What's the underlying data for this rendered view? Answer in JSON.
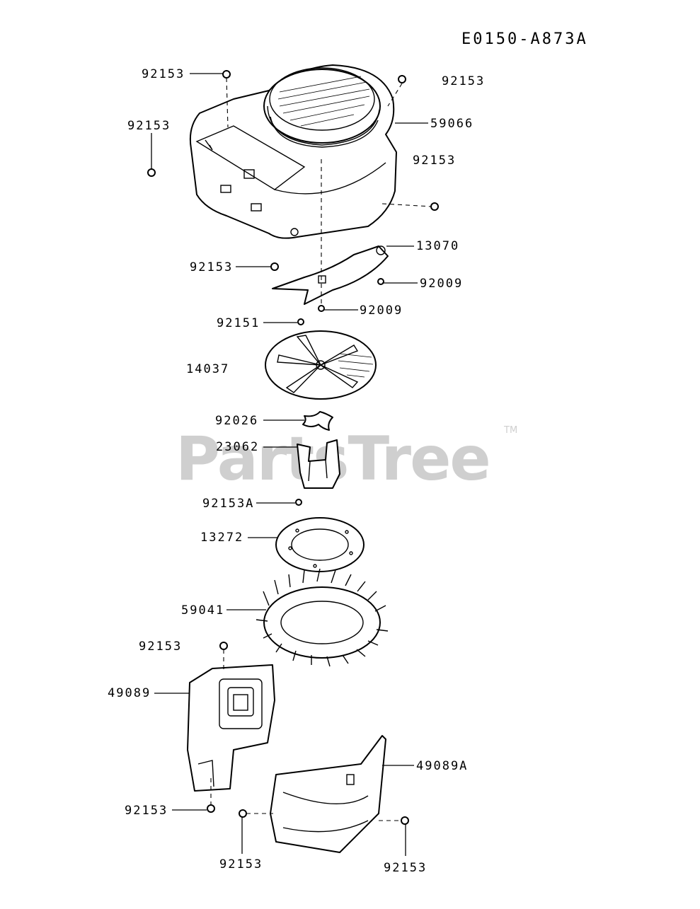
{
  "diagram_code": "E0150-A873A",
  "watermark": {
    "text": "PartsTree",
    "tm": "TM"
  },
  "callouts": [
    {
      "id": "92153",
      "side": "left"
    },
    {
      "id": "92153",
      "side": "right"
    },
    {
      "id": "92153",
      "side": "left"
    },
    {
      "id": "59066",
      "side": "right"
    },
    {
      "id": "92153",
      "side": "right"
    },
    {
      "id": "13070",
      "side": "right"
    },
    {
      "id": "92153",
      "side": "left"
    },
    {
      "id": "92009",
      "side": "right"
    },
    {
      "id": "92009",
      "side": "right"
    },
    {
      "id": "92151",
      "side": "left"
    },
    {
      "id": "14037",
      "side": "left"
    },
    {
      "id": "92026",
      "side": "left"
    },
    {
      "id": "23062",
      "side": "left"
    },
    {
      "id": "92153A",
      "side": "left"
    },
    {
      "id": "13272",
      "side": "left"
    },
    {
      "id": "59041",
      "side": "left"
    },
    {
      "id": "92153",
      "side": "left"
    },
    {
      "id": "49089",
      "side": "left"
    },
    {
      "id": "49089A",
      "side": "right"
    },
    {
      "id": "92153",
      "side": "left"
    },
    {
      "id": "92153",
      "side": "below"
    },
    {
      "id": "92153",
      "side": "below"
    }
  ]
}
